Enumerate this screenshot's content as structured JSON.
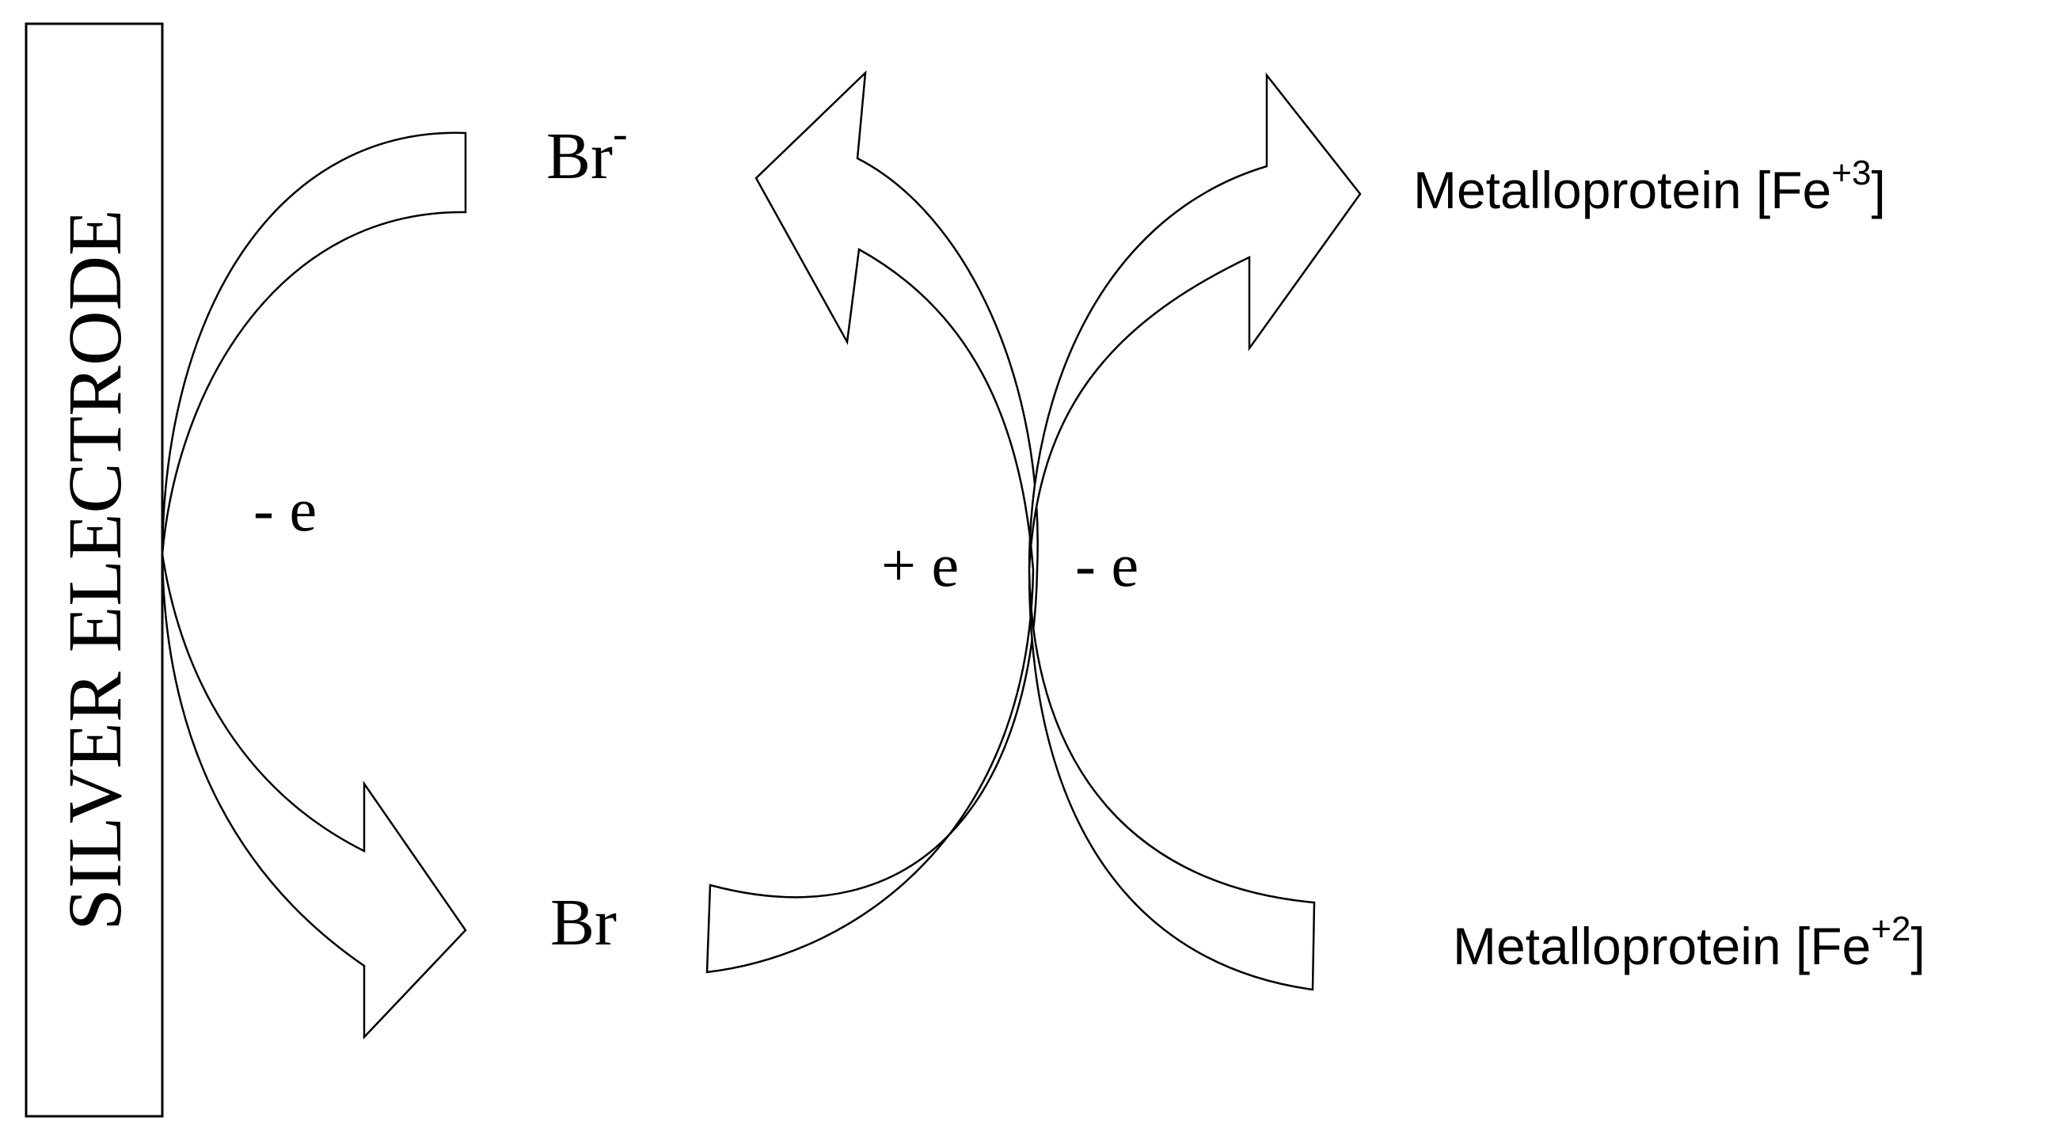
{
  "diagram": {
    "electrode_label": "SILVER ELECTRODE",
    "species": {
      "bromide": {
        "base": "Br",
        "charge": "-"
      },
      "bromine": {
        "base": "Br"
      },
      "protein_oxidized": {
        "base": "Metalloprotein [Fe",
        "charge": "+3",
        "close": "]"
      },
      "protein_reduced": {
        "base": "Metalloprotein [Fe",
        "charge": "+2",
        "close": "]"
      }
    },
    "electron_transfers": {
      "electrode_to_bromide": "- e",
      "bromine_gain": "+ e",
      "protein_loss": "- e"
    }
  }
}
